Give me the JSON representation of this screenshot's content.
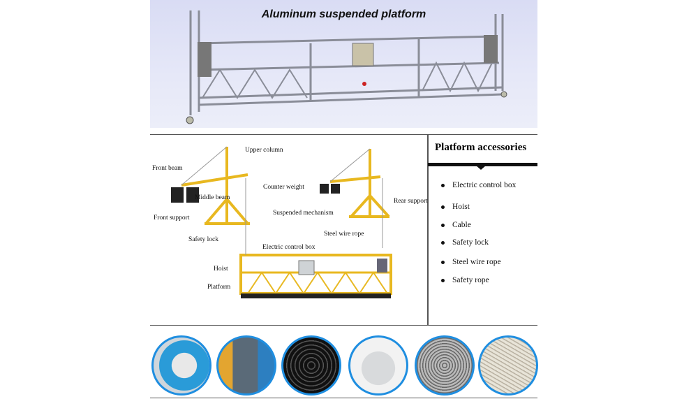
{
  "hero": {
    "title": "Aluminum suspended platform"
  },
  "diagram": {
    "labels": [
      "Upper column",
      "Front beam",
      "Middle beam",
      "Counter weight",
      "Rear support",
      "Front support",
      "Suspended mechanism",
      "Safety lock",
      "Steel wire rope",
      "Electric control box",
      "Hoist",
      "Platform"
    ]
  },
  "accessories": {
    "title": "Platform accessories",
    "items": [
      "Electric control box",
      "Hoist",
      "Cable",
      "Safety lock",
      "Steel wire rope",
      "Safety rope"
    ]
  },
  "colors": {
    "frame_yellow": "#e8b820",
    "circle_border": "#1f8ee0",
    "hero_bg": "#dfe2f6"
  }
}
